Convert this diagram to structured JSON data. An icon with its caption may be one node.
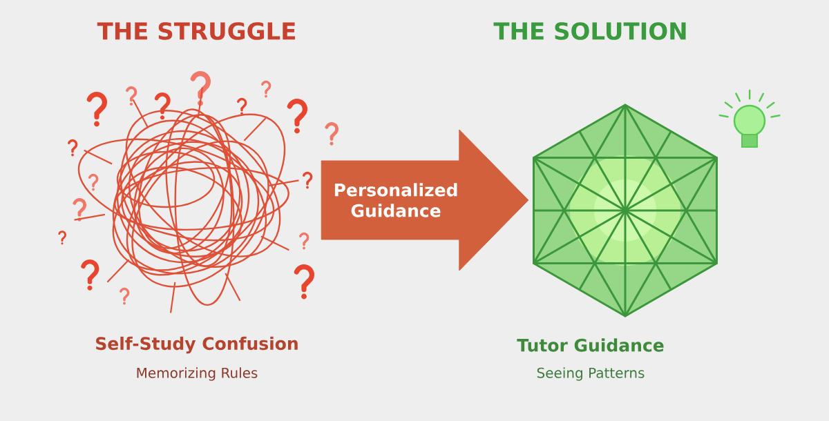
{
  "diagram": {
    "nodes": [
      {
        "text": [
          "THE STRUGGLE",
          "Self-Study Confusion",
          "Memorizing Rules"
        ]
      },
      {
        "text": [
          "THE SOLUTION",
          "Tutor Guidance",
          "Seeing Patterns"
        ]
      }
    ],
    "edges": [
      {
        "from": 0,
        "to": 1,
        "arrow": "to",
        "label": "Personalized Guidance"
      }
    ]
  }
}
